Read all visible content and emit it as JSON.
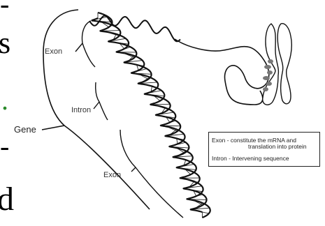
{
  "labels": {
    "exon_top": "Exon",
    "intron": "Intron",
    "gene": "Gene",
    "exon_bottom": "Exon"
  },
  "legend": {
    "exon_line1": "Exon - constitute the mRNA and",
    "exon_line2": "translation into protein",
    "intron_line": "Intron -  Intervening sequence"
  },
  "edge_glyphs": {
    "top": "-",
    "s_char": "s",
    "dot": ".",
    "dash": "-",
    "d_char": "d"
  },
  "colors": {
    "line": "#111111",
    "dot_green": "#2a8a2a"
  }
}
